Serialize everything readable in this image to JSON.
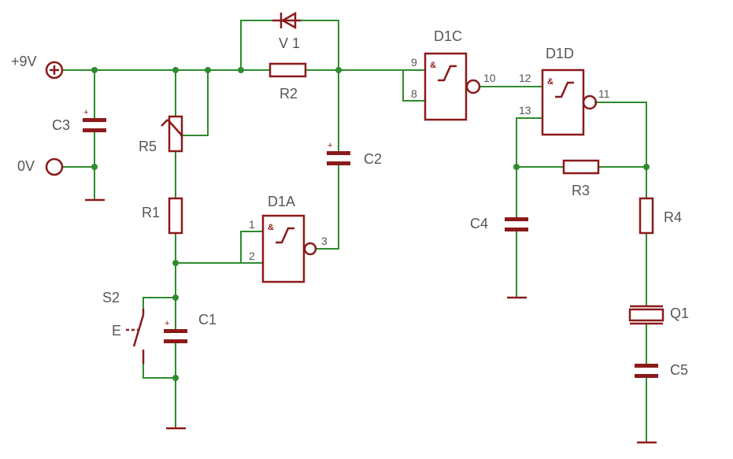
{
  "labels": {
    "vplus": "+9V",
    "vzero": "0V",
    "C1": "C1",
    "C2": "C2",
    "C3": "C3",
    "C4": "C4",
    "C5": "C5",
    "R1": "R1",
    "R2": "R2",
    "R3": "R3",
    "R4": "R4",
    "R5": "R5",
    "V1": "V 1",
    "S2": "S2",
    "Q1": "Q1",
    "D1A": "D1A",
    "D1C": "D1C",
    "D1D": "D1D",
    "switch_mark": "E"
  },
  "pins": {
    "p1": "1",
    "p2": "2",
    "p3": "3",
    "p8": "8",
    "p9": "9",
    "p10": "10",
    "p11": "11",
    "p12": "12",
    "p13": "13"
  },
  "symbols": {
    "plus": "+",
    "gate_amp": "&"
  },
  "colors": {
    "wire": "#2e8b2e",
    "component": "#8b1a1a",
    "text": "#555555"
  }
}
